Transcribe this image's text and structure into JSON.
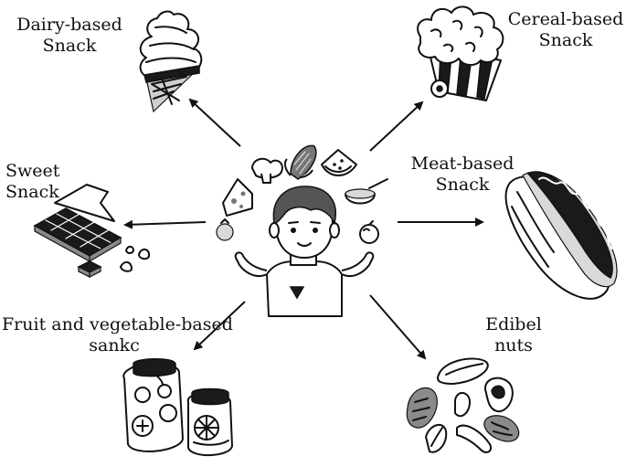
{
  "categories": {
    "dairy": {
      "line1": "Dairy-based",
      "line2": "Snack"
    },
    "cereal": {
      "line1": "Cereal-based",
      "line2": "Snack"
    },
    "sweet": {
      "line1": "Sweet",
      "line2": "Snack"
    },
    "meat": {
      "line1": "Meat-based",
      "line2": "Snack"
    },
    "fruit": {
      "line1": "Fruit and vegetable-based",
      "line2": "sankc"
    },
    "nuts": {
      "line1": "Edibel",
      "line2": "nuts"
    }
  },
  "icons": {
    "dairy": "ice-cream-cone-icon",
    "cereal": "popcorn-icon",
    "sweet": "chocolate-bar-icon",
    "meat": "hot-dog-icon",
    "fruit": "fruit-jars-icon",
    "nuts": "nuts-icon",
    "center": "child-juggling-food-icon"
  },
  "colors": {
    "ink": "#111111",
    "background": "#ffffff"
  }
}
